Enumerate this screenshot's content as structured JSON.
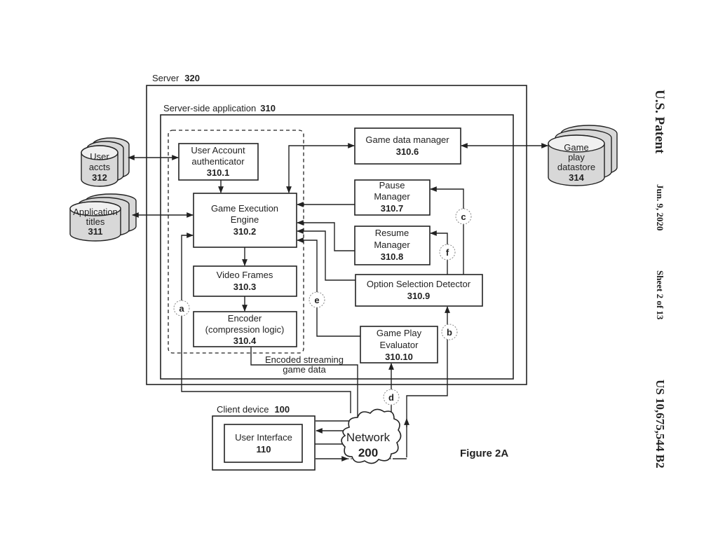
{
  "header": {
    "publication": "U.S. Patent",
    "date": "Jun. 9, 2020",
    "sheet": "Sheet 2 of 13",
    "patent_number": "US 10,675,544 B2"
  },
  "figure_label": "Figure 2A",
  "server": {
    "label": "Server",
    "ref": "320"
  },
  "server_app": {
    "label": "Server-side application",
    "ref": "310"
  },
  "components": {
    "user_account": {
      "line1": "User Account",
      "line2": "authenticator",
      "ref": "310.1"
    },
    "game_engine": {
      "line1": "Game Execution",
      "line2": "Engine",
      "ref": "310.2"
    },
    "video_frames": {
      "line1": "Video Frames",
      "ref": "310.3"
    },
    "encoder": {
      "line1": "Encoder",
      "line2": "(compression logic)",
      "ref": "310.4"
    },
    "game_data_manager": {
      "line1": "Game data manager",
      "ref": "310.6"
    },
    "pause_manager": {
      "line1": "Pause",
      "line2": "Manager",
      "ref": "310.7"
    },
    "resume_manager": {
      "line1": "Resume",
      "line2": "Manager",
      "ref": "310.8"
    },
    "option_detector": {
      "line1": "Option Selection Detector",
      "ref": "310.9"
    },
    "evaluator": {
      "line1": "Game Play",
      "line2": "Evaluator",
      "ref": "310.10"
    }
  },
  "datastores": {
    "user_accts": {
      "line1": "User",
      "line2": "accts",
      "ref": "312"
    },
    "app_titles": {
      "line1": "Application",
      "line2": "titles",
      "ref": "311"
    },
    "gameplay": {
      "line1": "Game",
      "line2": "play",
      "line3": "datastore",
      "ref": "314"
    }
  },
  "client": {
    "label": "Client device",
    "ref": "100",
    "ui_label": "User Interface",
    "ui_ref": "110"
  },
  "network": {
    "label": "Network",
    "ref": "200"
  },
  "stream_label": {
    "line1": "Encoded streaming",
    "line2": "game data"
  },
  "connectors": {
    "a": "a",
    "b": "b",
    "c": "c",
    "d": "d",
    "e": "e",
    "f": "f"
  }
}
